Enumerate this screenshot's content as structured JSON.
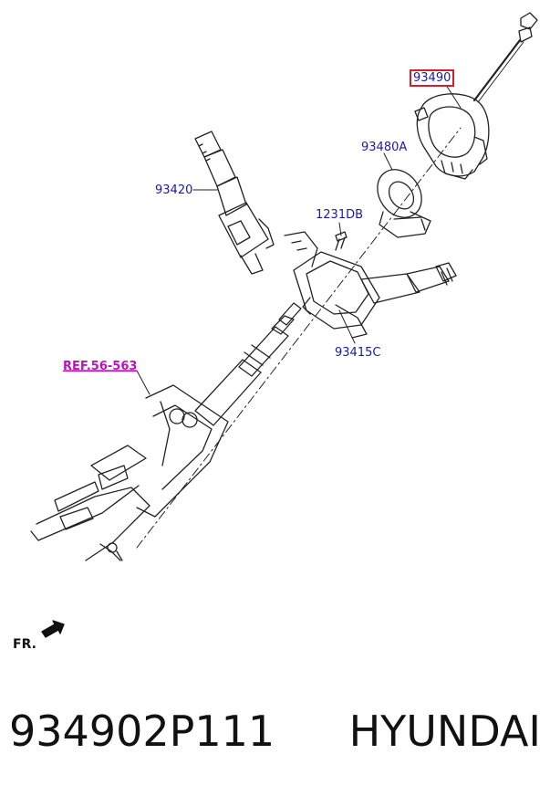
{
  "parts": {
    "p93490": "93490",
    "p93480a": "93480A",
    "p93420": "93420",
    "p1231db": "1231DB",
    "p93415c": "93415C",
    "ref": "REF.56-563"
  },
  "direction_label": "FR.",
  "footer": {
    "part_number": "934902P111",
    "brand": "HYUNDAI"
  },
  "colors": {
    "label": "#1a1aa8",
    "highlight_border": "#d0202a",
    "ref": "#c010c0"
  }
}
